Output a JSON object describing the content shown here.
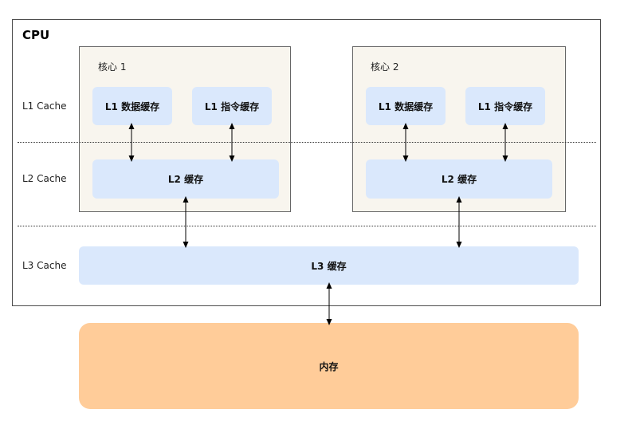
{
  "cpu": {
    "title": "CPU"
  },
  "levels": {
    "l1": "L1 Cache",
    "l2": "L2 Cache",
    "l3": "L3 Cache"
  },
  "cores": [
    {
      "title": "核心 1",
      "l1_data": "L1 数据缓存",
      "l1_inst": "L1 指令缓存",
      "l2": "L2 缓存"
    },
    {
      "title": "核心 2",
      "l1_data": "L1 数据缓存",
      "l1_inst": "L1 指令缓存",
      "l2": "L2 缓存"
    }
  ],
  "l3": "L3 缓存",
  "memory": "内存",
  "colors": {
    "cache": "#dae8fc",
    "core": "#f8f5ee",
    "memory": "#ffcc99",
    "border": "#4d4d4d"
  }
}
